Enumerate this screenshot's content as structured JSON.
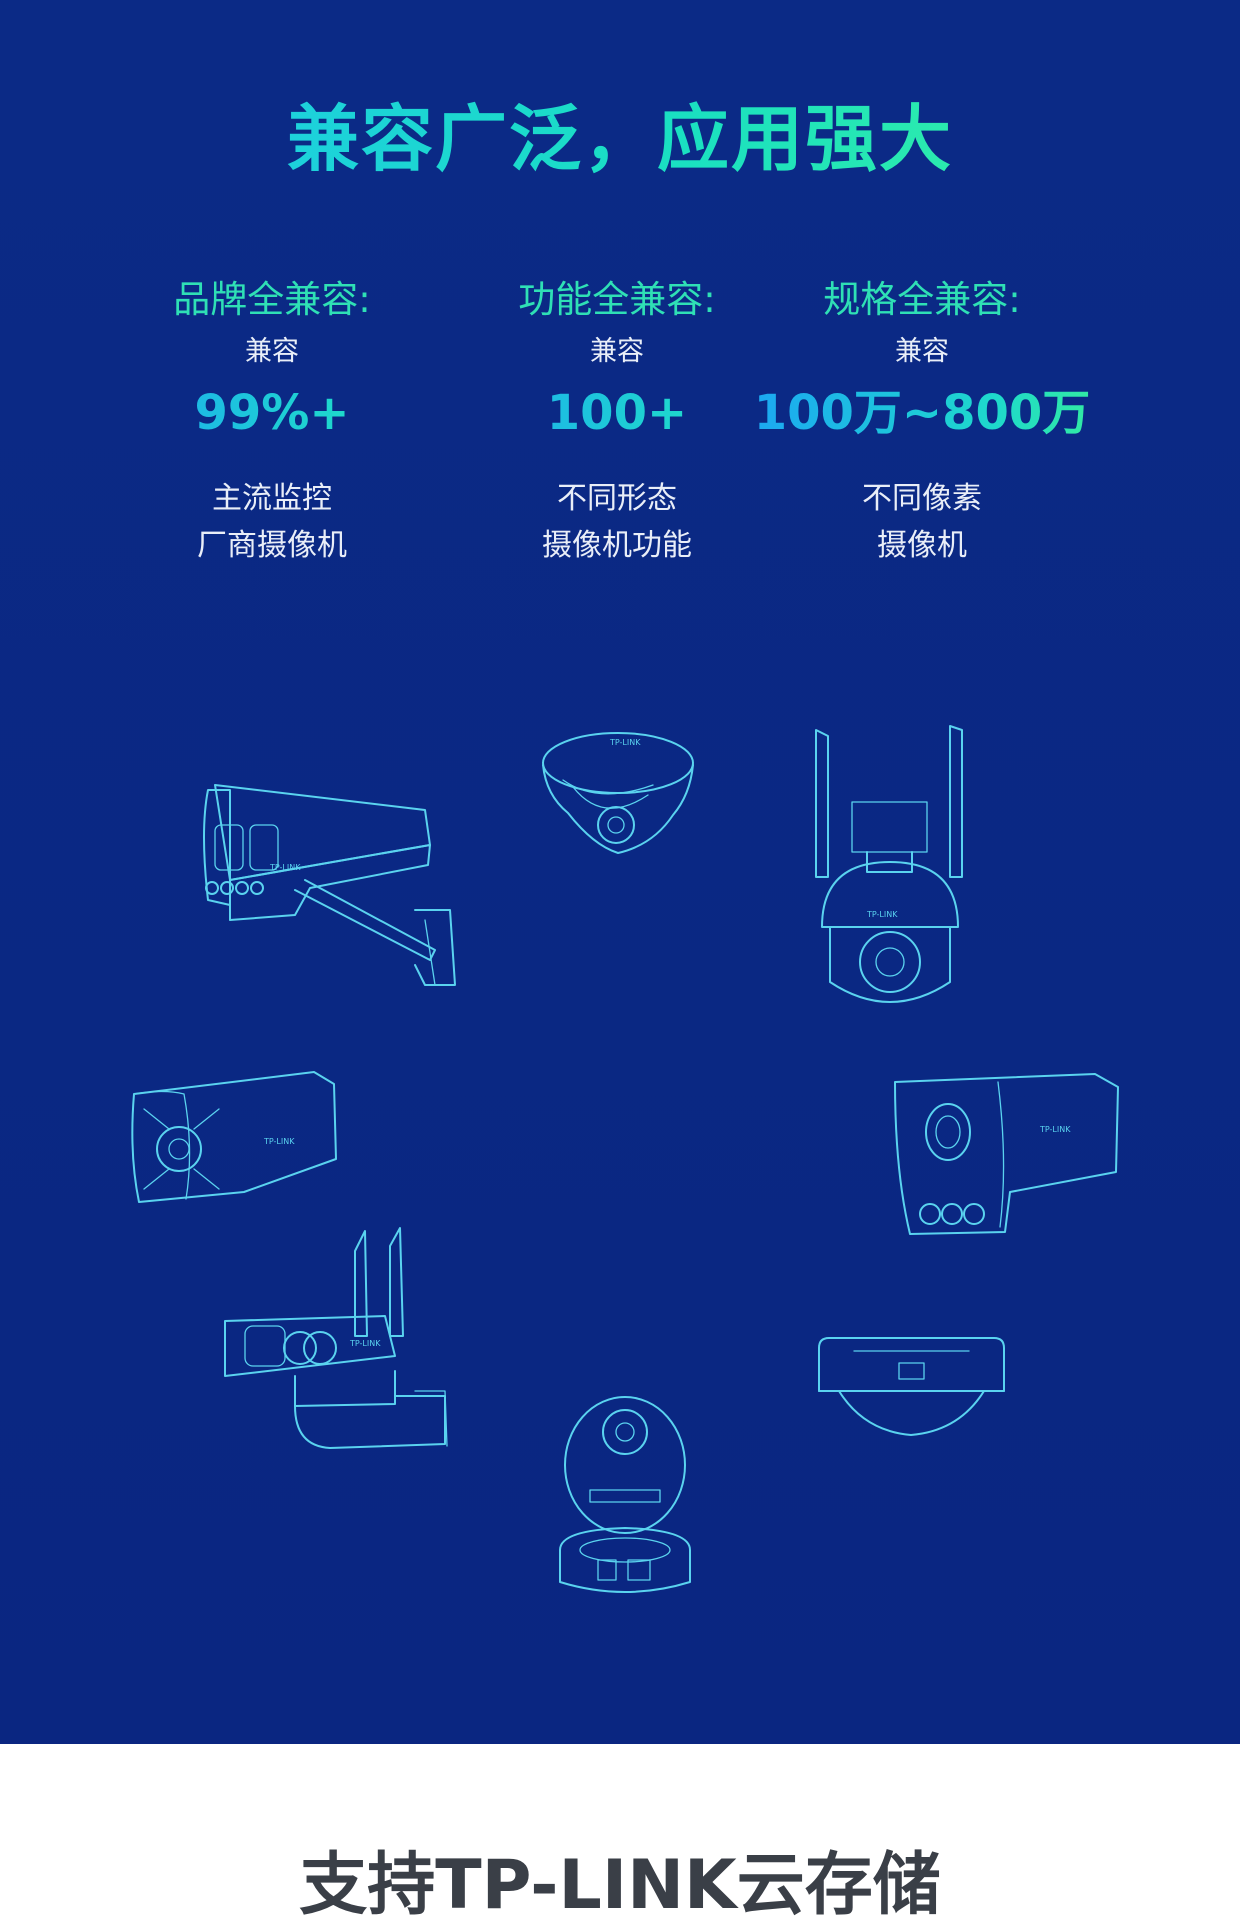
{
  "headline": "兼容广泛，应用强大",
  "features": [
    {
      "title": "品牌全兼容:",
      "sub": "兼容",
      "value": "99%+",
      "desc_line1": "主流监控",
      "desc_line2": "厂商摄像机"
    },
    {
      "title": "功能全兼容:",
      "sub": "兼容",
      "value": "100+",
      "desc_line1": "不同形态",
      "desc_line2": "摄像机功能"
    },
    {
      "title": "规格全兼容:",
      "sub": "兼容",
      "value": "100万~800万",
      "desc_line1": "不同像素",
      "desc_line2": "摄像机"
    }
  ],
  "camera_brand": "TP-LINK",
  "footer_title": "支持TP-LINK云存储",
  "colors": {
    "panel_background": "#0b2a86",
    "accent_green": "#2fe0b5",
    "accent_blue": "#1ca6f4",
    "line_art": "#5ad3ef",
    "footer_text": "#3a3f47"
  }
}
